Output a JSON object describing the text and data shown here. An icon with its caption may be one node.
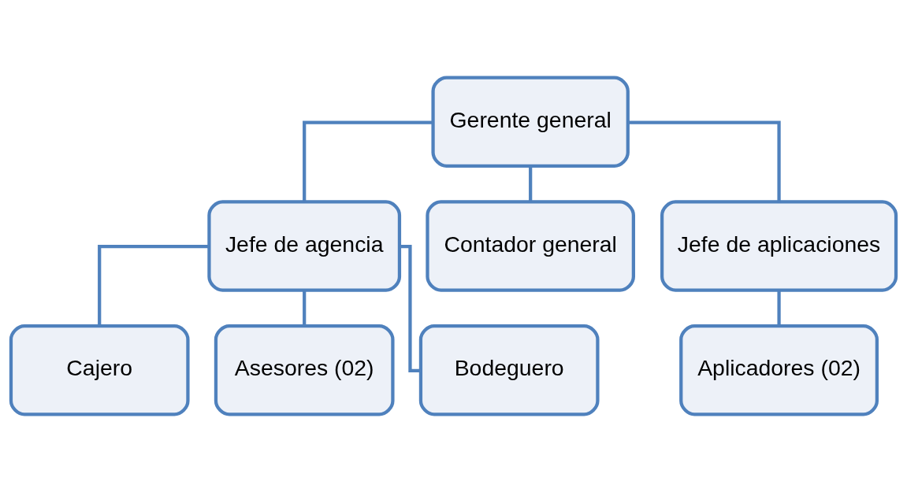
{
  "diagram": {
    "nodes": [
      {
        "text": [
          "Gerente general"
        ]
      },
      {
        "text": [
          "Jefe de agencia"
        ]
      },
      {
        "text": [
          "Contador general"
        ]
      },
      {
        "text": [
          "Jefe de aplicaciones"
        ]
      },
      {
        "text": [
          "Cajero"
        ]
      },
      {
        "text": [
          "Asesores (02)"
        ]
      },
      {
        "text": [
          "Bodeguero"
        ]
      },
      {
        "text": [
          "Aplicadores (02)"
        ]
      }
    ],
    "edges": [
      {
        "from": 0,
        "to": 1,
        "arrow": "none"
      },
      {
        "from": 0,
        "to": 2,
        "arrow": "none"
      },
      {
        "from": 0,
        "to": 3,
        "arrow": "none"
      },
      {
        "from": 1,
        "to": 4,
        "arrow": "none"
      },
      {
        "from": 1,
        "to": 5,
        "arrow": "none"
      },
      {
        "from": 1,
        "to": 6,
        "arrow": "none"
      },
      {
        "from": 3,
        "to": 7,
        "arrow": "none"
      }
    ]
  }
}
